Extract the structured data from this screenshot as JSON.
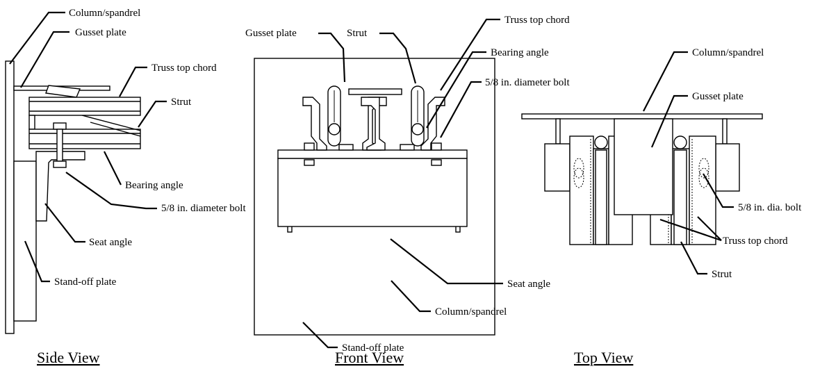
{
  "captions": {
    "side": "Side View",
    "front": "Front View",
    "top": "Top View"
  },
  "side_labels": {
    "column": "Column/spandrel",
    "gusset": "Gusset plate",
    "truss": "Truss top chord",
    "strut": "Strut",
    "bearing": "Bearing angle",
    "bolt": "5/8 in. diameter bolt",
    "seat": "Seat angle",
    "standoff": "Stand-off plate"
  },
  "front_labels": {
    "gusset": "Gusset plate",
    "strut": "Strut",
    "truss": "Truss top chord",
    "bearing": "Bearing angle",
    "bolt": "5/8 in. diameter bolt",
    "seat": "Seat angle",
    "column": "Column/spandrel",
    "standoff": "Stand-off plate"
  },
  "top_labels": {
    "column": "Column/spandrel",
    "gusset": "Gusset plate",
    "bolt": "5/8 in. dia. bolt",
    "truss": "Truss top chord",
    "strut": "Strut"
  }
}
